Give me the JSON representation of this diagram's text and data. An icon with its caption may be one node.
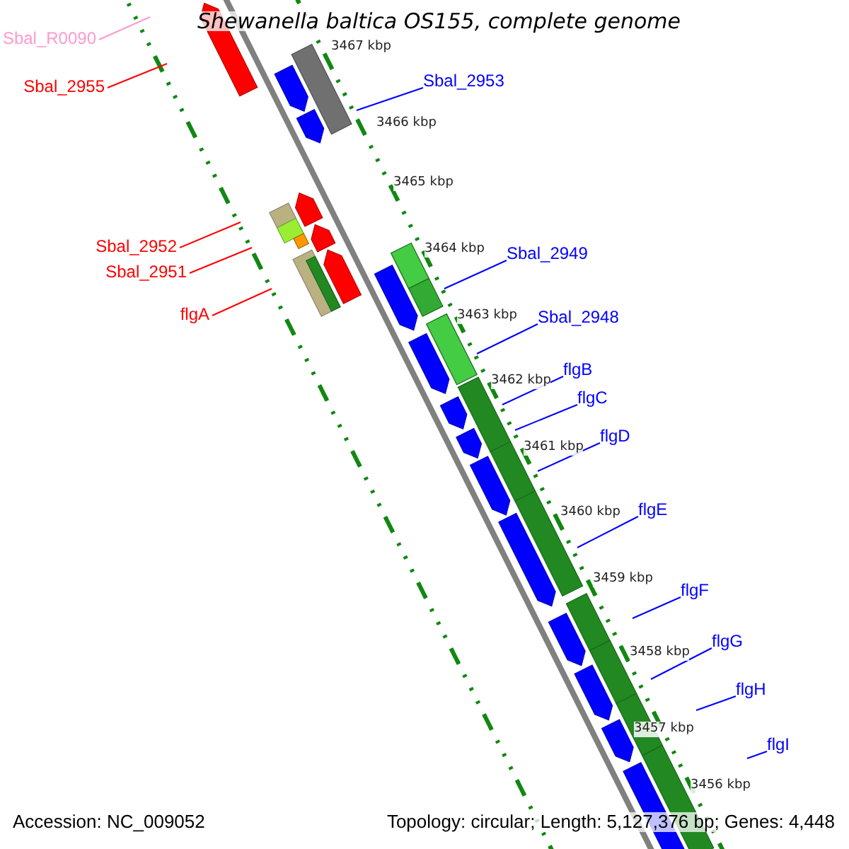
{
  "diagram": {
    "title": "Shewanella baltica OS155, complete genome",
    "nodes": [
      {
        "text": [
          "Sbal_R0090"
        ]
      },
      {
        "text": [
          "Sbal_2955"
        ]
      },
      {
        "text": [
          "Sbal_2953"
        ]
      },
      {
        "text": [
          "Sbal_2952"
        ]
      },
      {
        "text": [
          "Sbal_2951"
        ]
      },
      {
        "text": [
          "flgA"
        ]
      },
      {
        "text": [
          "Sbal_2949"
        ]
      },
      {
        "text": [
          "Sbal_2948"
        ]
      },
      {
        "text": [
          "flgB"
        ]
      },
      {
        "text": [
          "flgC"
        ]
      },
      {
        "text": [
          "flgD"
        ]
      },
      {
        "text": [
          "flgE"
        ]
      },
      {
        "text": [
          "flgF"
        ]
      },
      {
        "text": [
          "flgG"
        ]
      },
      {
        "text": [
          "flgH"
        ]
      },
      {
        "text": [
          "flgI"
        ]
      }
    ],
    "edges": [
      {
        "from": 0,
        "to": null,
        "arrow": "none",
        "color": "#ff99cc"
      },
      {
        "from": 1,
        "to": null,
        "arrow": "none",
        "color": "#ff0000"
      },
      {
        "from": 2,
        "to": null,
        "arrow": "none"
      },
      {
        "from": 3,
        "to": null,
        "arrow": "none",
        "color": "#ff0000"
      },
      {
        "from": 4,
        "to": null,
        "arrow": "none",
        "color": "#ff0000"
      },
      {
        "from": 5,
        "to": null,
        "arrow": "none",
        "color": "#ff0000"
      },
      {
        "from": 6,
        "to": null,
        "arrow": "none"
      },
      {
        "from": 7,
        "to": null,
        "arrow": "none"
      },
      {
        "from": 8,
        "to": null,
        "arrow": "none"
      },
      {
        "from": 9,
        "to": null,
        "arrow": "none"
      },
      {
        "from": 10,
        "to": null,
        "arrow": "none"
      },
      {
        "from": 11,
        "to": null,
        "arrow": "none"
      },
      {
        "from": 12,
        "to": null,
        "arrow": "none"
      },
      {
        "from": 13,
        "to": null,
        "arrow": "none"
      },
      {
        "from": 14,
        "to": null,
        "arrow": "none"
      },
      {
        "from": 15,
        "to": null,
        "arrow": "none"
      }
    ],
    "labels": [
      "3467 kbp",
      "3466 kbp",
      "3465 kbp",
      "3464 kbp",
      "3463 kbp",
      "3462 kbp",
      "3461 kbp",
      "3460 kbp",
      "3459 kbp",
      "3458 kbp",
      "3457 kbp",
      "3456 kbp",
      "Accession: NC_009052",
      "Topology: circular; Length: 5,127,376 bp; Genes: 4,448"
    ]
  }
}
